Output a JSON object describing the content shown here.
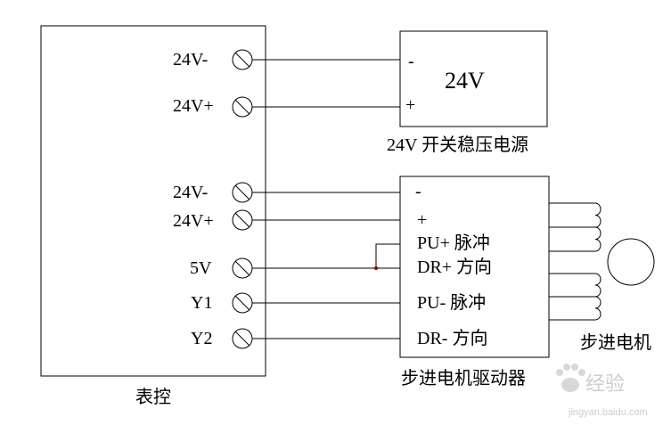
{
  "controller": {
    "caption": "表控",
    "terminals": [
      "24V-",
      "24V+",
      "24V-",
      "24V+",
      "5V",
      "Y1",
      "Y2"
    ]
  },
  "power_supply": {
    "title": "24V",
    "minus": "-",
    "plus": "+",
    "caption": "24V 开关稳压电源"
  },
  "driver": {
    "caption": "步进电机驱动器",
    "minus": "-",
    "plus": "+",
    "pu_plus": "PU+ 脉冲",
    "dr_plus": "DR+ 方向",
    "pu_minus": "PU- 脉冲",
    "dr_minus": "DR- 方向"
  },
  "motor": {
    "caption": "步进电机"
  },
  "watermark": {
    "text": "经验",
    "url": "jingyan.baidu.com"
  }
}
